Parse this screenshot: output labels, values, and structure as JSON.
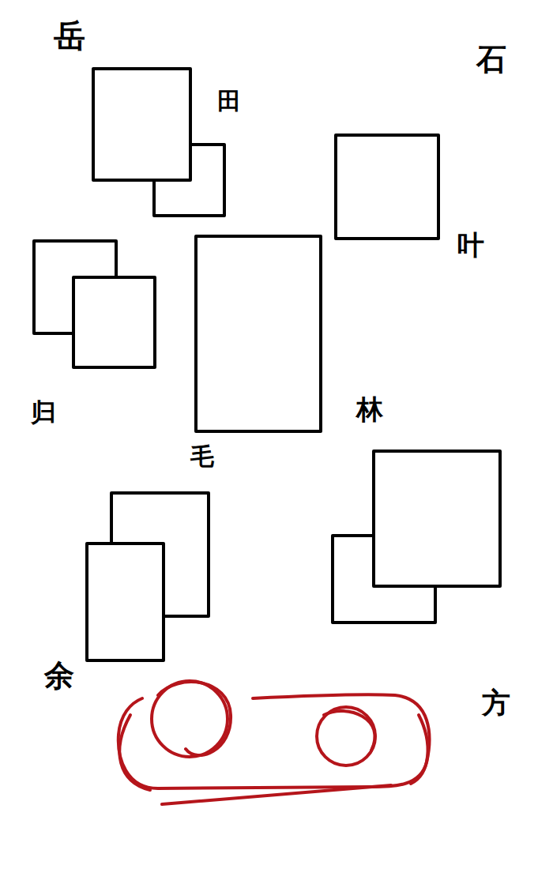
{
  "diagram": {
    "labels": [
      "岳",
      "田",
      "石",
      "叶",
      "归",
      "毛",
      "林",
      "余",
      "方"
    ]
  }
}
